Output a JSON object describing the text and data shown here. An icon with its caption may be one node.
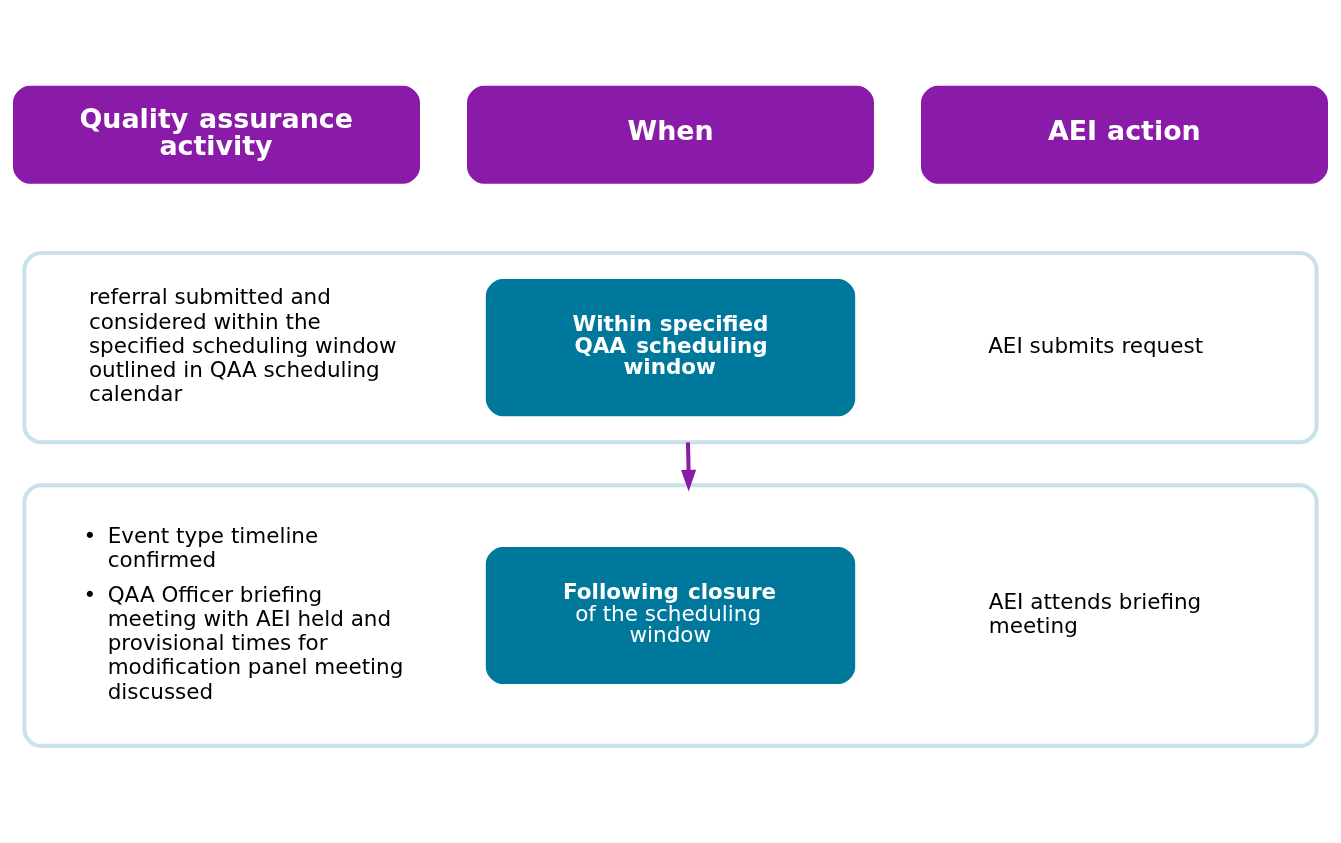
{
  "diagram": {
    "nodes": [
      {
        "text": [
          "Quality assurance activity"
        ]
      },
      {
        "text": [
          "When"
        ]
      },
      {
        "text": [
          "AEI action"
        ]
      },
      {
        "text": [],
        "shape": "box"
      },
      {
        "text": [
          "referral submitted and considered within the specified scheduling window outlined in QAA scheduling calendar"
        ],
        "in": 3
      },
      {
        "text": [
          "Within specified QAA scheduling window"
        ],
        "in": 3
      },
      {
        "text": [
          "AEI submits request"
        ],
        "in": 3
      },
      {
        "text": [],
        "shape": "box"
      },
      {
        "text": [
          "•",
          "Event type timeline confirmed",
          "•",
          "QAA Officer briefing meeting with AEI held and provisional times for modification panel meeting discussed"
        ],
        "in": 7
      },
      {
        "text": [
          "**Following closure** of the scheduling window"
        ],
        "in": 7
      },
      {
        "text": [
          "AEI attends briefing meeting"
        ],
        "in": 7
      }
    ],
    "edges": [
      {
        "from": 3,
        "to": 7,
        "arrow": "to"
      }
    ]
  }
}
